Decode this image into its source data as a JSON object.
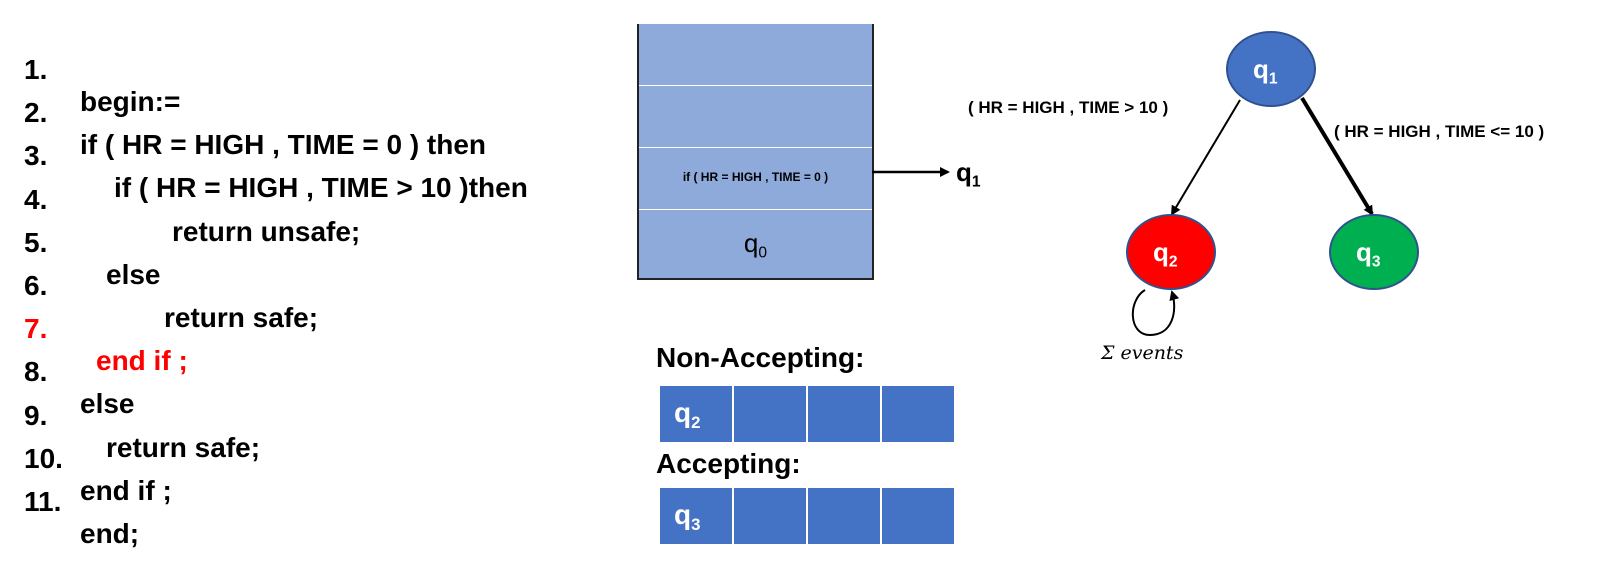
{
  "code": {
    "lines": [
      {
        "num": "1.",
        "text": "begin:="
      },
      {
        "num": "2.",
        "text": "if ( HR = HIGH , TIME = 0 ) then"
      },
      {
        "num": "3.",
        "text": "if ( HR = HIGH , TIME > 10 )then"
      },
      {
        "num": "4.",
        "text": "return unsafe;"
      },
      {
        "num": "5.",
        "text": "else"
      },
      {
        "num": "6.",
        "text": "return safe;"
      },
      {
        "num": "7.",
        "text": "end if ;"
      },
      {
        "num": "8.",
        "text": "else"
      },
      {
        "num": "9.",
        "text": "return safe;"
      },
      {
        "num": "10.",
        "text": "end if ;"
      },
      {
        "num": "11.",
        "text": "end;"
      }
    ]
  },
  "stack": {
    "entry": "if ( HR = HIGH , TIME = 0 )",
    "bottom_label": "q",
    "bottom_sub": "0",
    "pointer_label": "q",
    "pointer_sub": "1"
  },
  "tables": {
    "non_accepting_title": "Non-Accepting:",
    "non_accepting_first": "q",
    "non_accepting_first_sub": "2",
    "accepting_title": "Accepting:",
    "accepting_first": "q",
    "accepting_first_sub": "3"
  },
  "automaton": {
    "q1": {
      "label": "q",
      "sub": "1",
      "color": "#4472c4"
    },
    "q2": {
      "label": "q",
      "sub": "2",
      "color": "#ff0000"
    },
    "q3": {
      "label": "q",
      "sub": "3",
      "color": "#00b050"
    },
    "edge_q1_q2": "( HR = HIGH , TIME > 10 )",
    "edge_q1_q3": "( HR = HIGH , TIME <= 10 )",
    "self_loop": "Σ events"
  },
  "colors": {
    "stack_fill": "#8eaadb",
    "table_fill": "#4472c4",
    "highlight_line": "#ff0000"
  }
}
